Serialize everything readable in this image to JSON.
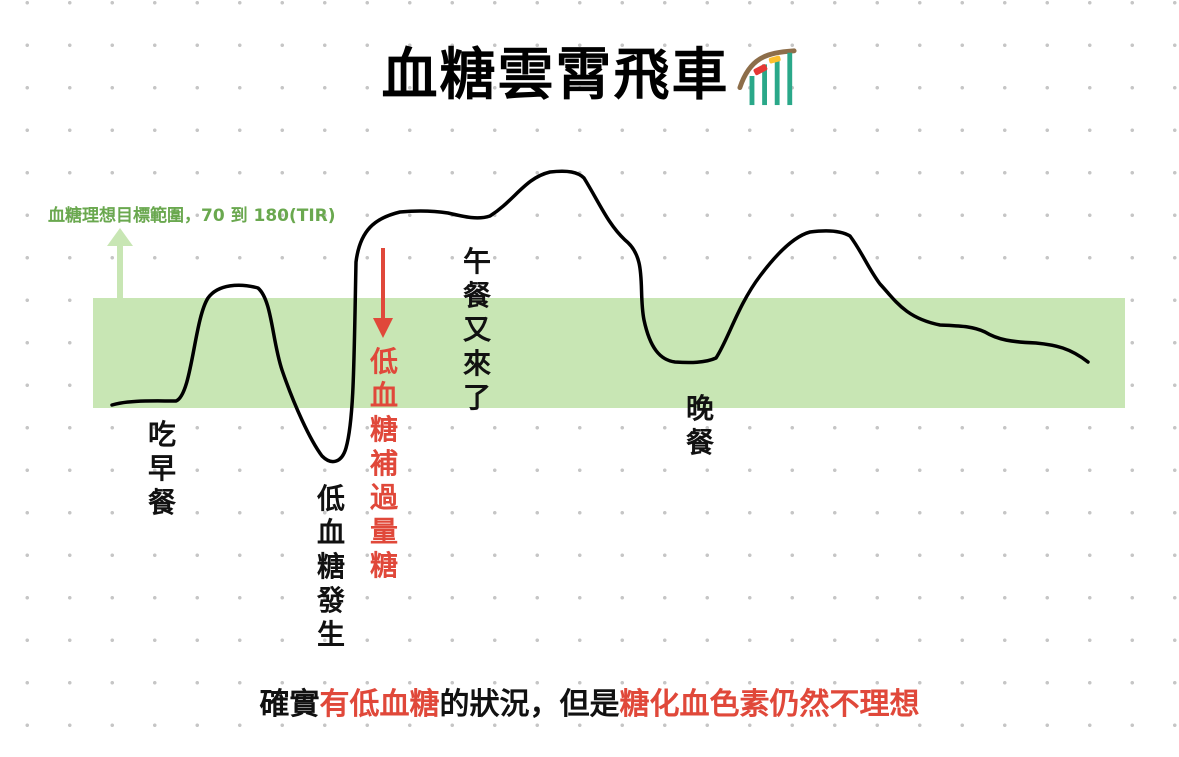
{
  "title": "血糖雲霄飛車",
  "title_icon": "roller-coaster-icon",
  "target_range": {
    "label": "血糖理想目標範圍，70 到 180(TIR)",
    "color": "#c8e6b4",
    "label_color": "#6aa84f",
    "arrow_color": "#c8e6b4"
  },
  "curve": {
    "color": "#000000"
  },
  "annotations": {
    "breakfast": "吃早餐",
    "hypo": "低血糖發生",
    "overcorrection": "低血糖補過量糖",
    "lunch": "午餐又來了",
    "dinner": "晚餐"
  },
  "down_arrow_color": "#e0483a",
  "footer": {
    "part1": "確實",
    "part2": "有低血糖",
    "part3": "的狀況，但是",
    "part4": "糖化血色素仍然不理想",
    "highlight_color": "#e0483a"
  }
}
